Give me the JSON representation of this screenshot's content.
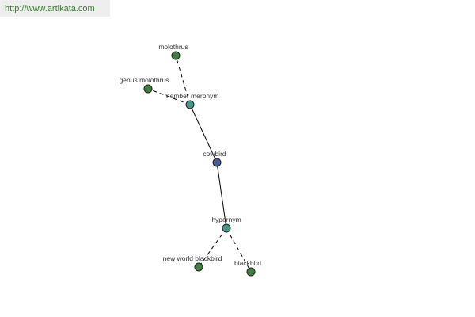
{
  "source_url": "http://www.artikata.com",
  "colors": {
    "focus": "#4a5a96",
    "relation": "#4a9688",
    "term": "#3f7f3f"
  },
  "graph": {
    "nodes": [
      {
        "id": "cowbird",
        "label": "cowbird",
        "kind": "focus"
      },
      {
        "id": "member-meronym",
        "label": "member meronym",
        "kind": "relation"
      },
      {
        "id": "hypernym",
        "label": "hypernym",
        "kind": "relation"
      },
      {
        "id": "molothrus",
        "label": "molothrus",
        "kind": "term"
      },
      {
        "id": "genus-molothrus",
        "label": "genus molothrus",
        "kind": "term"
      },
      {
        "id": "new-world-blackbird",
        "label": "new world blackbird",
        "kind": "term"
      },
      {
        "id": "blackbird",
        "label": "blackbird",
        "kind": "term"
      }
    ],
    "edges": [
      {
        "from": "cowbird",
        "to": "member-meronym",
        "style": "solid"
      },
      {
        "from": "cowbird",
        "to": "hypernym",
        "style": "solid"
      },
      {
        "from": "member-meronym",
        "to": "molothrus",
        "style": "dashed"
      },
      {
        "from": "member-meronym",
        "to": "genus-molothrus",
        "style": "dashed"
      },
      {
        "from": "hypernym",
        "to": "new-world-blackbird",
        "style": "dashed"
      },
      {
        "from": "hypernym",
        "to": "blackbird",
        "style": "dashed"
      }
    ]
  }
}
